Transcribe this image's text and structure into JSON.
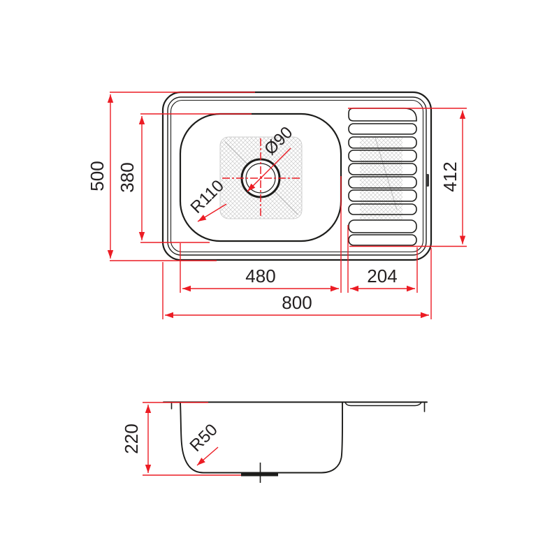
{
  "top_view": {
    "labels": {
      "overall_width": "800",
      "overall_depth": "500",
      "bowl_width": "480",
      "bowl_depth": "380",
      "drainer_width": "204",
      "drainer_depth": "412",
      "drain_hole_diameter": "Ø90",
      "bowl_corner_radius": "R110"
    }
  },
  "side_view": {
    "labels": {
      "sink_height": "220",
      "bowl_bottom_radius": "R50"
    }
  },
  "colors": {
    "outline_black": "#1d1d1b",
    "dimension_red": "#ec1c24",
    "hatch_gray": "#cdcdcd"
  }
}
